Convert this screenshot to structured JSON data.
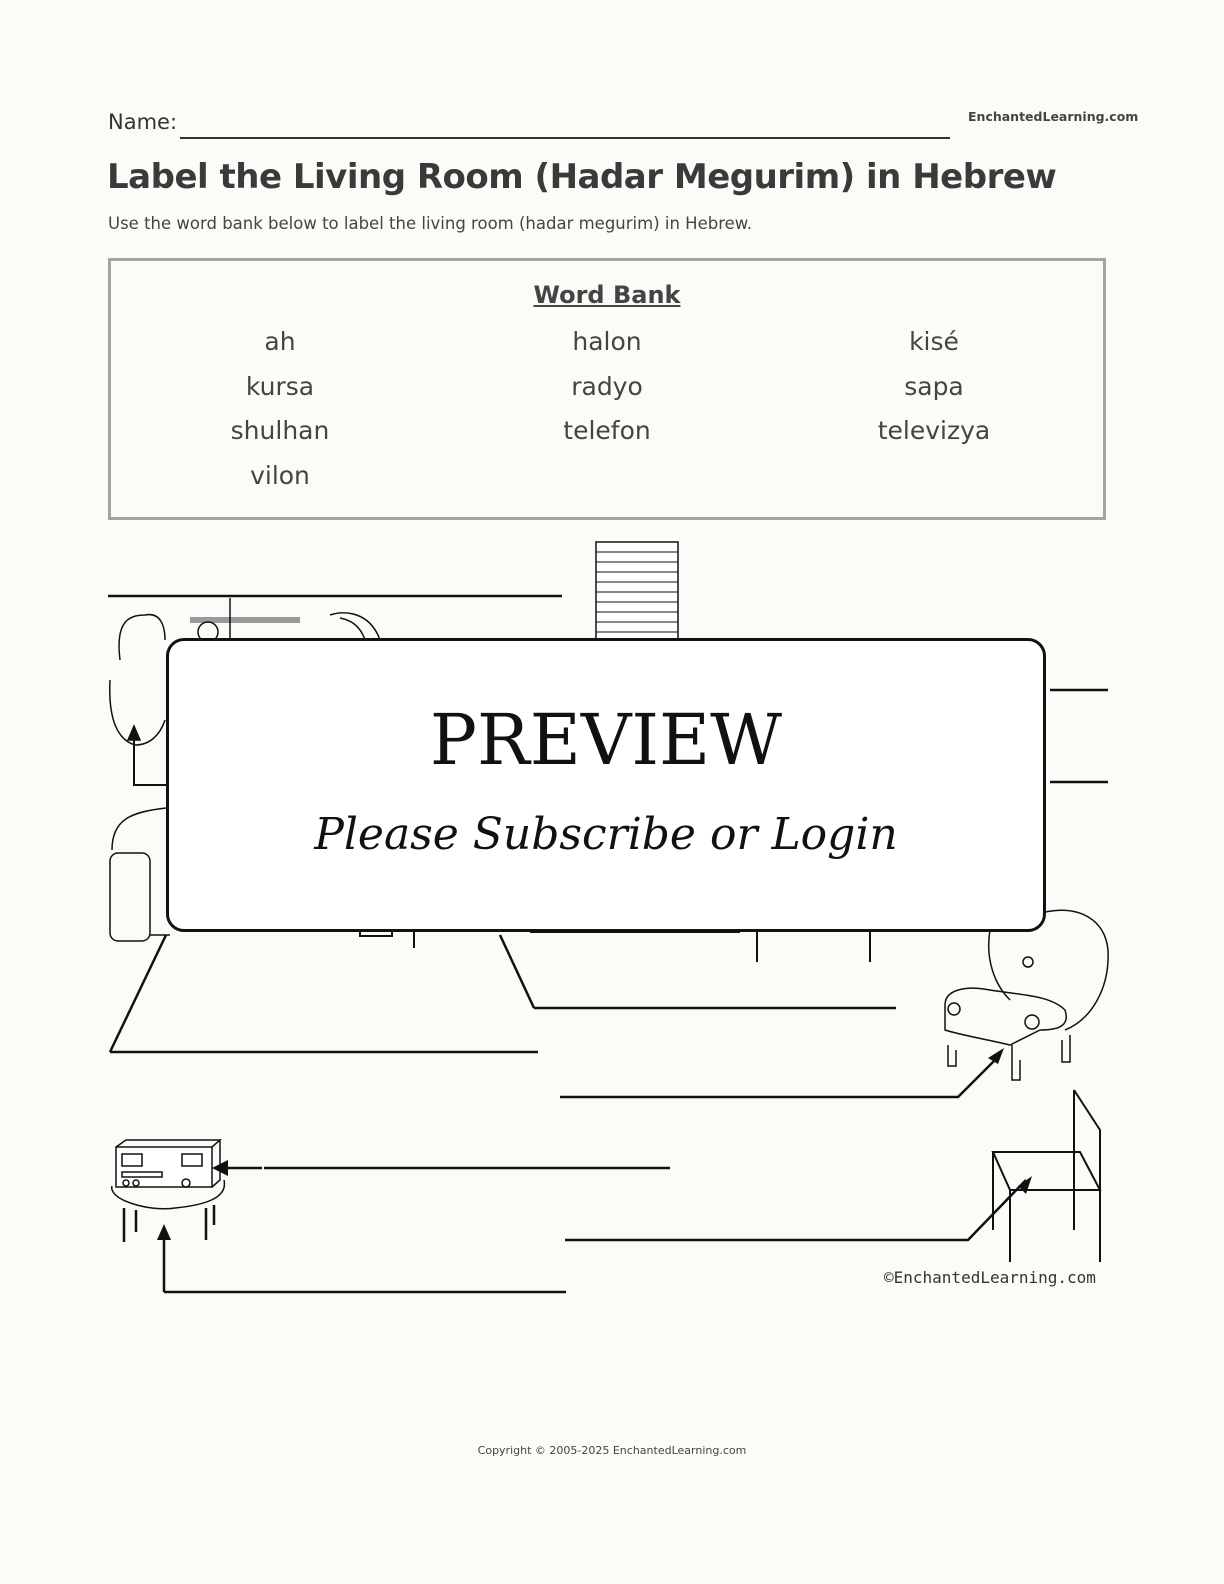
{
  "header": {
    "name_label": "Name:",
    "site": "EnchantedLearning.com",
    "title": "Label the Living Room (Hadar Megurim) in Hebrew",
    "instructions": "Use the word bank below to label the living room (hadar megurim) in Hebrew."
  },
  "word_bank": {
    "title": "Word Bank",
    "words": [
      "ah",
      "halon",
      "kisé",
      "kursa",
      "radyo",
      "sapa",
      "shulhan",
      "telefon",
      "televizya",
      "vilon"
    ]
  },
  "preview": {
    "title": "PREVIEW",
    "subtitle": "Please Subscribe or Login"
  },
  "image_credit": "©EnchantedLearning.com",
  "footer": "Copyright © 2005-2025 EnchantedLearning.com"
}
